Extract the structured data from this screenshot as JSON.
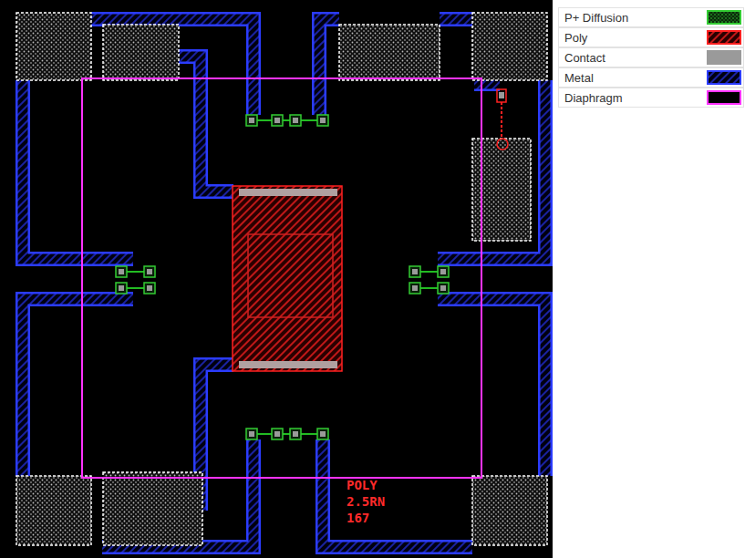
{
  "diagram": {
    "labels": [
      "POLY",
      "2.5RN",
      "167"
    ],
    "legend": [
      {
        "text": "P+ Diffusion"
      },
      {
        "text": "Poly"
      },
      {
        "text": "Contact"
      },
      {
        "text": "Metal"
      },
      {
        "text": "Diaphragm"
      }
    ]
  }
}
